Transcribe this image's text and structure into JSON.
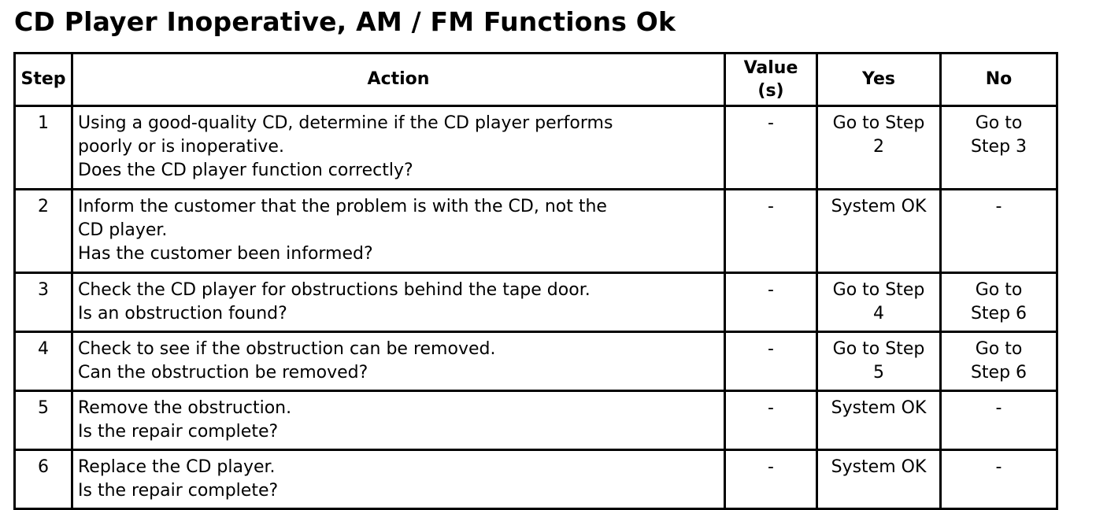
{
  "title": "CD Player Inoperative, AM / FM Functions Ok",
  "table": {
    "headers": {
      "step": "Step",
      "action": "Action",
      "value_line1": "Value",
      "value_line2": "(s)",
      "yes": "Yes",
      "no": "No"
    },
    "rows": [
      {
        "step": "1",
        "action": [
          "Using a good-quality CD, determine if the CD player performs",
          "poorly or is inoperative.",
          "Does the CD player function correctly?"
        ],
        "value": "-",
        "yes": [
          "Go to Step",
          "2"
        ],
        "no": [
          "Go to",
          "Step 3"
        ]
      },
      {
        "step": "2",
        "action": [
          "Inform the customer that the problem is with the CD, not the",
          "CD player.",
          "Has the customer been informed?"
        ],
        "value": "-",
        "yes": [
          "System OK"
        ],
        "no": [
          "-"
        ]
      },
      {
        "step": "3",
        "action": [
          "Check the CD player for obstructions behind the tape door.",
          "Is an obstruction found?"
        ],
        "value": "-",
        "yes": [
          "Go to Step",
          "4"
        ],
        "no": [
          "Go to",
          "Step 6"
        ]
      },
      {
        "step": "4",
        "action": [
          "Check to see if the obstruction can be removed.",
          "Can the obstruction be removed?"
        ],
        "value": "-",
        "yes": [
          "Go to Step",
          "5"
        ],
        "no": [
          "Go to",
          "Step 6"
        ]
      },
      {
        "step": "5",
        "action": [
          "Remove the obstruction.",
          "Is the repair complete?"
        ],
        "value": "-",
        "yes": [
          "System OK"
        ],
        "no": [
          "-"
        ]
      },
      {
        "step": "6",
        "action": [
          "Replace the CD player.",
          "Is the repair complete?"
        ],
        "value": "-",
        "yes": [
          "System OK"
        ],
        "no": [
          "-"
        ]
      }
    ]
  }
}
